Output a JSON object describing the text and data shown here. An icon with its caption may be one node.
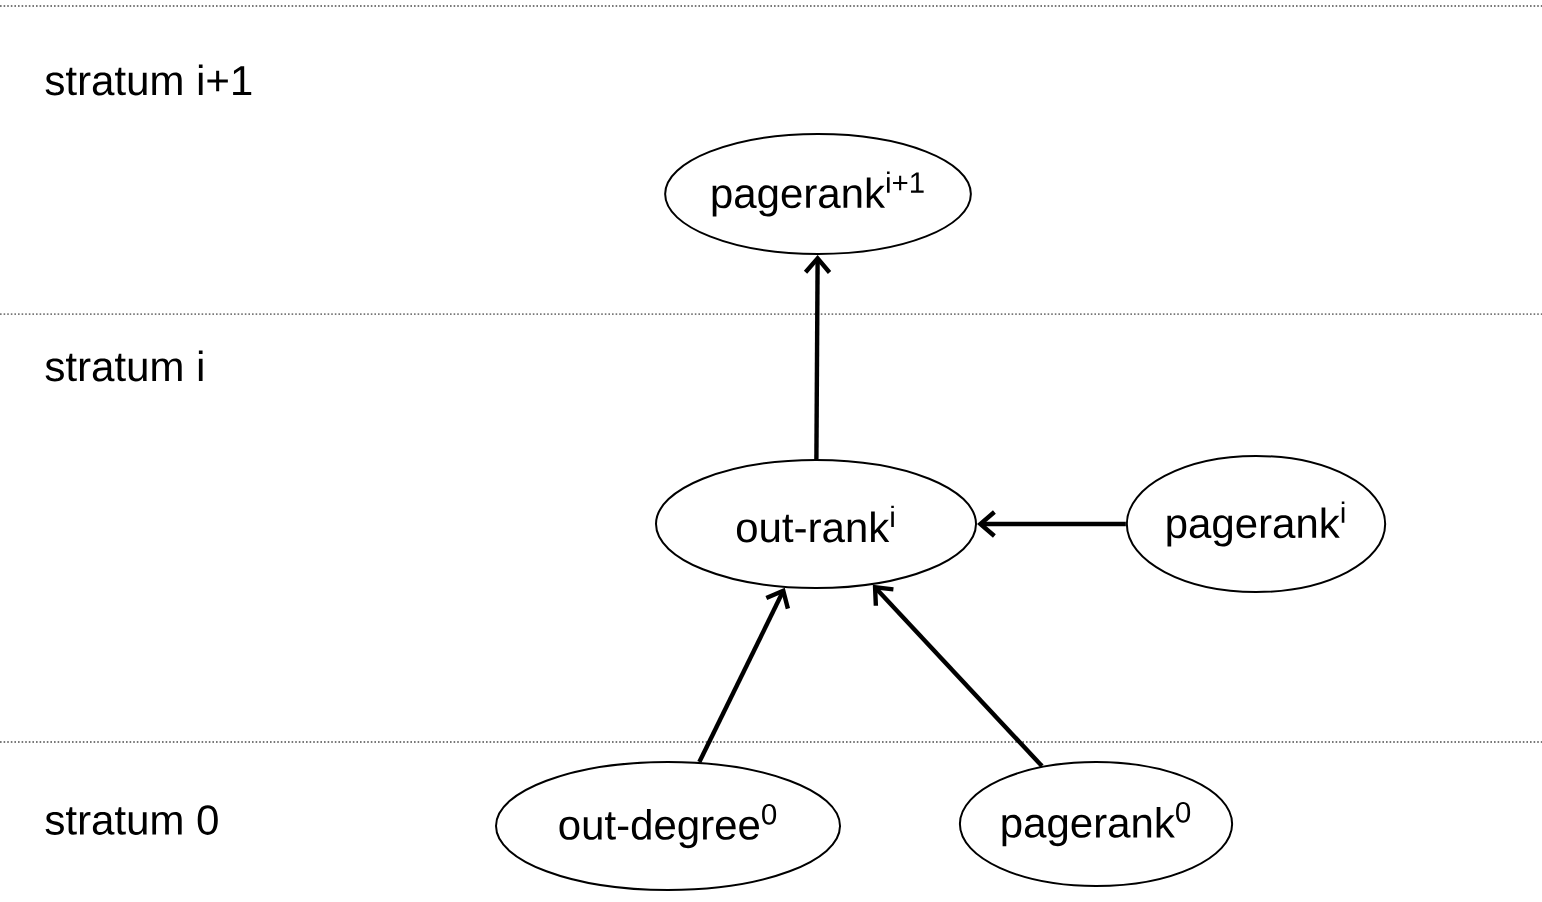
{
  "diagram": {
    "nodes": [
      {
        "text": [
          "pagerank$^{i+1}$"
        ]
      },
      {
        "text": [
          "out-rank$^{i}$"
        ]
      },
      {
        "text": [
          "pagerank$^{i}$"
        ]
      },
      {
        "text": [
          "out-degree$^{0}$"
        ]
      },
      {
        "text": [
          "pagerank$^{0}$"
        ]
      }
    ],
    "edges": [
      {
        "from": 1,
        "to": 0,
        "arrow": "to"
      },
      {
        "from": 2,
        "to": 1,
        "arrow": "to"
      },
      {
        "from": 3,
        "to": 1,
        "arrow": "to"
      },
      {
        "from": 4,
        "to": 1,
        "arrow": "to"
      }
    ],
    "labels": [
      "stratum i+1",
      "stratum i",
      "stratum 0"
    ]
  }
}
